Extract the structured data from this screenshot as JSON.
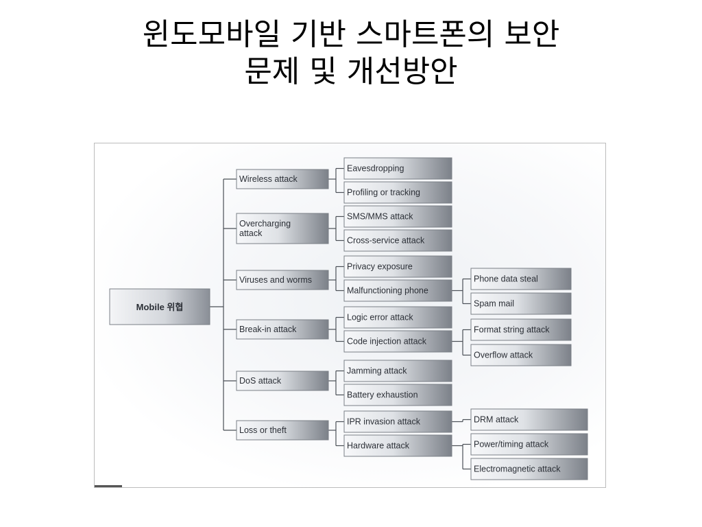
{
  "title": {
    "line1": "윈도모바일 기반 스마트폰의 보안",
    "line2": "문제 및 개선방안"
  },
  "diagram": {
    "root": "Mobile 위협",
    "categories": [
      {
        "label": [
          "Wireless attack"
        ],
        "children": [
          {
            "label": "Eavesdropping",
            "children": []
          },
          {
            "label": "Profiling or tracking",
            "children": []
          }
        ]
      },
      {
        "label": [
          "Overcharging",
          "attack"
        ],
        "children": [
          {
            "label": "SMS/MMS attack",
            "children": []
          },
          {
            "label": "Cross-service attack",
            "children": []
          }
        ]
      },
      {
        "label": [
          "Viruses and worms"
        ],
        "children": [
          {
            "label": "Privacy exposure",
            "children": []
          },
          {
            "label": "Malfunctioning phone",
            "children": [
              "Phone data steal",
              "Spam mail"
            ]
          }
        ]
      },
      {
        "label": [
          "Break-in attack"
        ],
        "children": [
          {
            "label": "Logic error attack",
            "children": []
          },
          {
            "label": "Code injection attack",
            "children": [
              "Format string attack",
              "Overflow attack"
            ]
          }
        ]
      },
      {
        "label": [
          "DoS attack"
        ],
        "children": [
          {
            "label": "Jamming attack",
            "children": []
          },
          {
            "label": "Battery exhaustion",
            "children": []
          }
        ]
      },
      {
        "label": [
          "Loss or theft"
        ],
        "children": [
          {
            "label": "IPR invasion attack",
            "children": [
              "DRM attack"
            ]
          },
          {
            "label": "Hardware attack",
            "children": [
              "Power/timing attack",
              "Electromagnetic attack"
            ]
          }
        ]
      }
    ]
  }
}
